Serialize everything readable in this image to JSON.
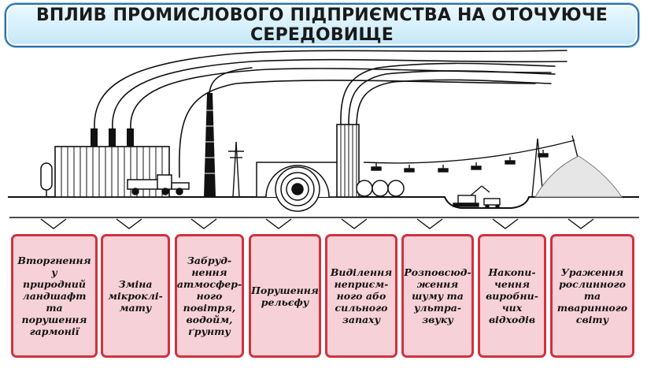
{
  "title": "ВПЛИВ ПРОМИСЛОВОГО ПІДПРИЄМСТВА НА ОТОЧУЮЧЕ СЕРЕДОВИЩЕ",
  "effects": [
    "Вторгнення у\nприродний\nландшафт та\nпорушення\nгармонії",
    "Зміна\nмікроклі-\nмату",
    "Забруд-\nнення\nатмосфер-\nного\nповітря,\nводойм,\nґрунту",
    "Порушення\nрельєфу",
    "Виділення\nнеприєм-\nного або\nсильного\nзапаху",
    "Розповсюд-\nження\nшуму та\nультра-\nзвуку",
    "Накопи-\nчення\nвиробни-\nчих\nвідходів",
    "Ураження\nрослинного\nта\nтваринного\nсвіту"
  ],
  "colors": {
    "box_fill": "#f6d1d7",
    "box_border": "#d0323e",
    "title_fill": "#d6f0fb",
    "title_border": "#2b6fa6"
  }
}
